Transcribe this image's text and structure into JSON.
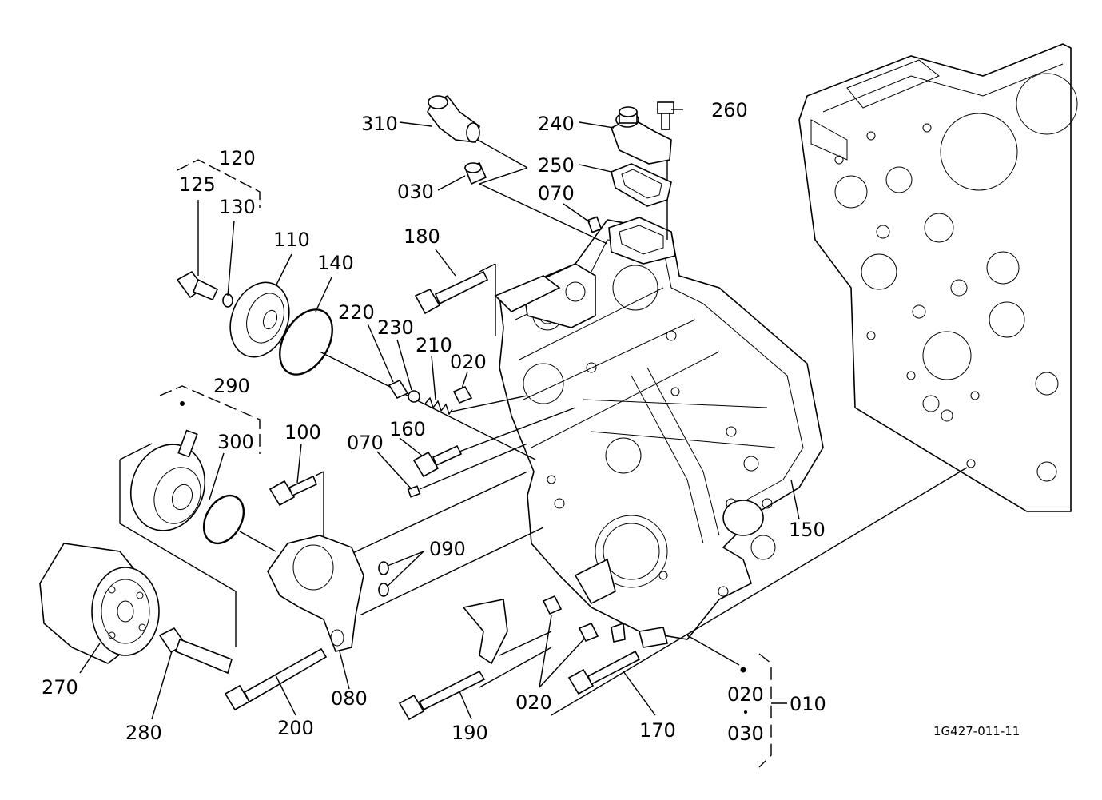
{
  "diagram": {
    "drawing_code": "1G427-011-11",
    "labels": [
      {
        "id": "310",
        "text": "310"
      },
      {
        "id": "240",
        "text": "240"
      },
      {
        "id": "260",
        "text": "260"
      },
      {
        "id": "250",
        "text": "250"
      },
      {
        "id": "030a",
        "text": "030"
      },
      {
        "id": "070a",
        "text": "070"
      },
      {
        "id": "120",
        "text": "120"
      },
      {
        "id": "125",
        "text": "125"
      },
      {
        "id": "130",
        "text": "130"
      },
      {
        "id": "110",
        "text": "110"
      },
      {
        "id": "140",
        "text": "140"
      },
      {
        "id": "180",
        "text": "180"
      },
      {
        "id": "220",
        "text": "220"
      },
      {
        "id": "230",
        "text": "230"
      },
      {
        "id": "210",
        "text": "210"
      },
      {
        "id": "020a",
        "text": "020"
      },
      {
        "id": "290",
        "text": "290"
      },
      {
        "id": "300",
        "text": "300"
      },
      {
        "id": "100",
        "text": "100"
      },
      {
        "id": "160",
        "text": "160"
      },
      {
        "id": "070b",
        "text": "070"
      },
      {
        "id": "090",
        "text": "090"
      },
      {
        "id": "150",
        "text": "150"
      },
      {
        "id": "270",
        "text": "270"
      },
      {
        "id": "280",
        "text": "280"
      },
      {
        "id": "200",
        "text": "200"
      },
      {
        "id": "080",
        "text": "080"
      },
      {
        "id": "190",
        "text": "190"
      },
      {
        "id": "020b",
        "text": "020"
      },
      {
        "id": "170",
        "text": "170"
      },
      {
        "id": "020c",
        "text": "020"
      },
      {
        "id": "010",
        "text": "010"
      },
      {
        "id": "030b",
        "text": "030"
      }
    ]
  }
}
